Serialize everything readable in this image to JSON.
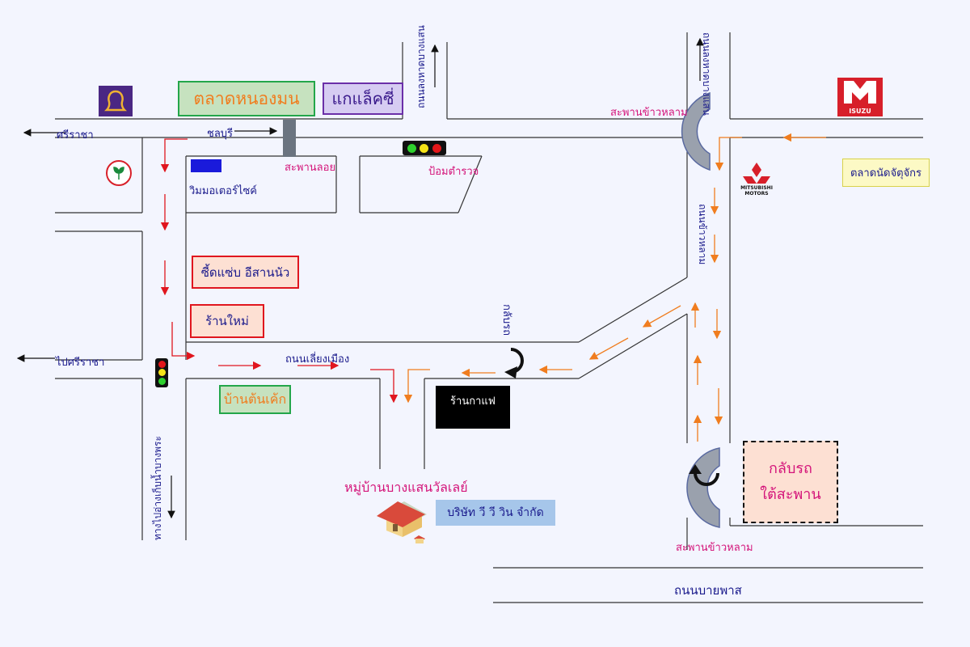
{
  "roads": {
    "sriracha": "ศรีราชา",
    "chonburi": "ชลบุรี",
    "bypass_road": "ถนนเลี่ยงเมือง",
    "to_sriracha": "ไปศรีราชา",
    "bang_saen_road": "ถนนลงหาดบางแสน",
    "khao_lam_road_top": "ถนนลงหาดบางแสน",
    "khao_lam_road": "ถนนข้าวหลาม",
    "bang_phra_road": "ทางไปอ่างเก็บน้ำบางพระ",
    "bypass": "ถนนบายพาส"
  },
  "places": {
    "market": "ตลาดหนองมน",
    "gaxy": "แกแล็คซี่",
    "floating_bridge": "สะพานลอย",
    "vim_motor": "วิมมอเตอร์ไซค์",
    "police_box": "ป้อมตำรวจ",
    "khao_lam_bridge_top": "สะพานข้าวหลาม",
    "khao_lam_bridge_bottom": "สะพานข้าวหลาม",
    "car_market": "ตลาดนัดจัตุจักร",
    "zaab_isan": "ซี้ดแซ่บ อีสานนัว",
    "new_shop": "ร้านใหม่",
    "ban_ton_cake": "บ้านต้นเค้ก",
    "cafe": "ร้านกาแฟ",
    "village": "หมู่บ้านบางแสนวัลเลย์",
    "company": "บริษัท วี วี วิน จำกัด",
    "u_turn": "กลับรถ",
    "u_turn_under_line1": "กลับรถ",
    "u_turn_under_line2": "ใต้สะพาน",
    "mitsubishi": "MITSUBISHI\nMOTORS",
    "isuzu": "ISUZU"
  },
  "icons": [
    "scb-bank-icon",
    "kasikorn-bank-icon",
    "isuzu-logo-icon",
    "mitsubishi-logo-icon",
    "traffic-light-icon",
    "house-icon",
    "u-turn-icon"
  ],
  "colors": {
    "background": "#f3f5fe",
    "road_line": "#333333",
    "arrow_red": "#e0161e",
    "arrow_orange": "#f07d1f",
    "label_pink": "#d4147a",
    "label_navy": "#1a1a8c"
  }
}
